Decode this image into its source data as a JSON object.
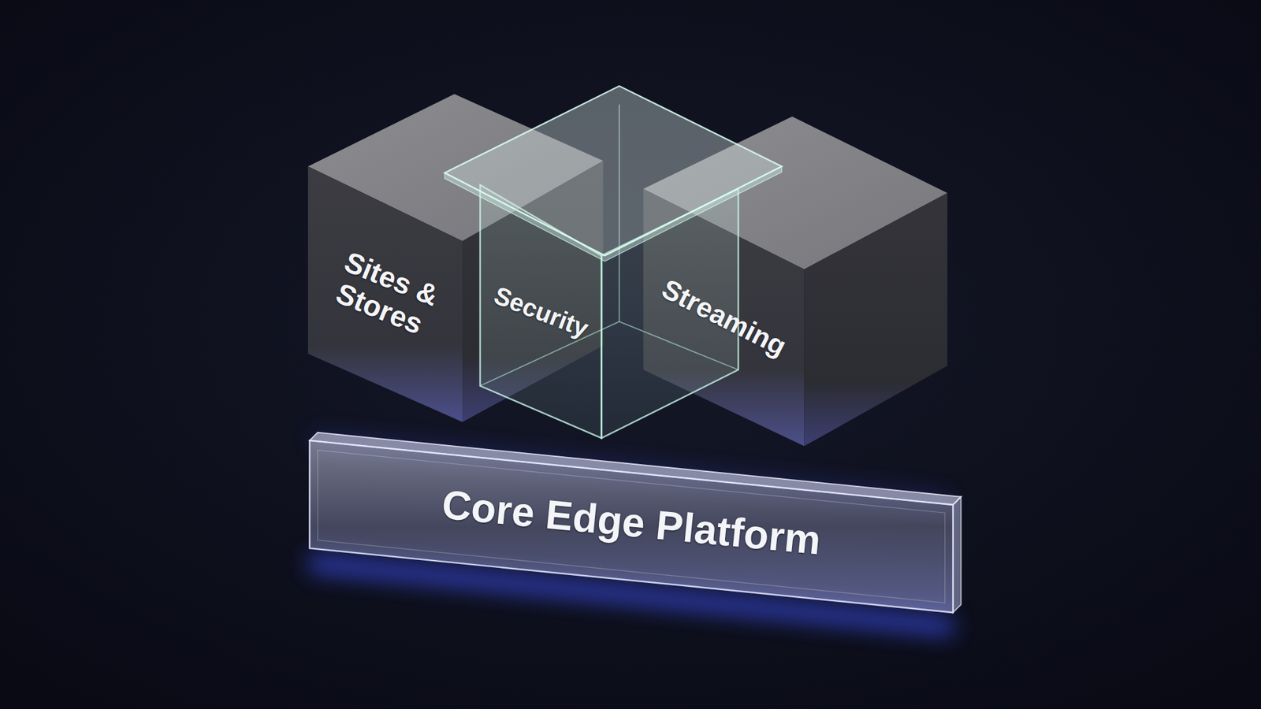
{
  "diagram": {
    "nodes": [
      {
        "text": [
          "Sites & Stores"
        ]
      },
      {
        "text": [
          "Security"
        ]
      },
      {
        "text": [
          "Streaming"
        ]
      },
      {
        "text": [
          "Core Edge Platform"
        ]
      }
    ]
  }
}
